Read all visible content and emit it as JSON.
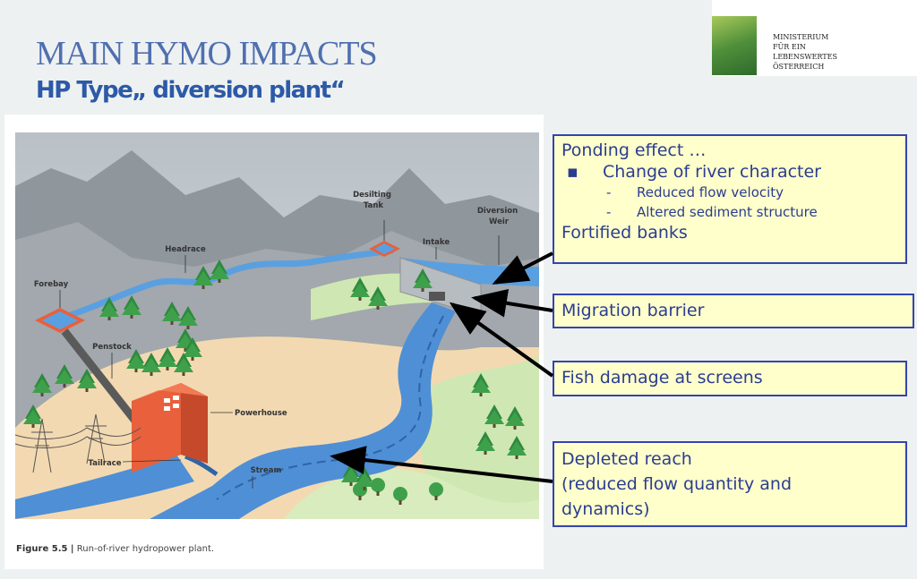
{
  "slide": {
    "title": "MAIN HYMO IMPACTS",
    "subtitle": "HP Type„ diversion plant“"
  },
  "logo": {
    "lines": [
      "MINISTERIUM",
      "FÜR EIN",
      "LEBENSWERTES",
      "ÖSTERREICH"
    ]
  },
  "figure": {
    "labels": {
      "desilting_tank": "Desilting\nTank",
      "diversion_weir": "Diversion\nWeir",
      "intake": "Intake",
      "headrace": "Headrace",
      "forebay": "Forebay",
      "penstock": "Penstock",
      "powerhouse": "Powerhouse",
      "tailrace": "Tailrace",
      "stream": "Stream"
    },
    "caption_number": "Figure 5.5 |",
    "caption_text": "Run-of-river hydropower plant."
  },
  "callouts": {
    "ponding": {
      "heading": "Ponding effect …",
      "bullet_mark": "▪",
      "bullet": "Change of river character",
      "sub_mark": "-",
      "subs": [
        "Reduced flow velocity",
        "Altered sediment structure"
      ],
      "footer": "Fortified banks"
    },
    "migration": "Migration barrier",
    "fish": "Fish damage at screens",
    "depleted": [
      "Depleted reach",
      "(reduced flow quantity and",
      "dynamics)"
    ]
  },
  "colors": {
    "title": "#4f6fb0",
    "subtitle": "#2c5aa8",
    "callout_fill": "#ffffcc",
    "callout_border": "#3344b0",
    "callout_text": "#2a3d8f",
    "water": "#4f8fd6",
    "powerhouse": "#e8603c"
  }
}
